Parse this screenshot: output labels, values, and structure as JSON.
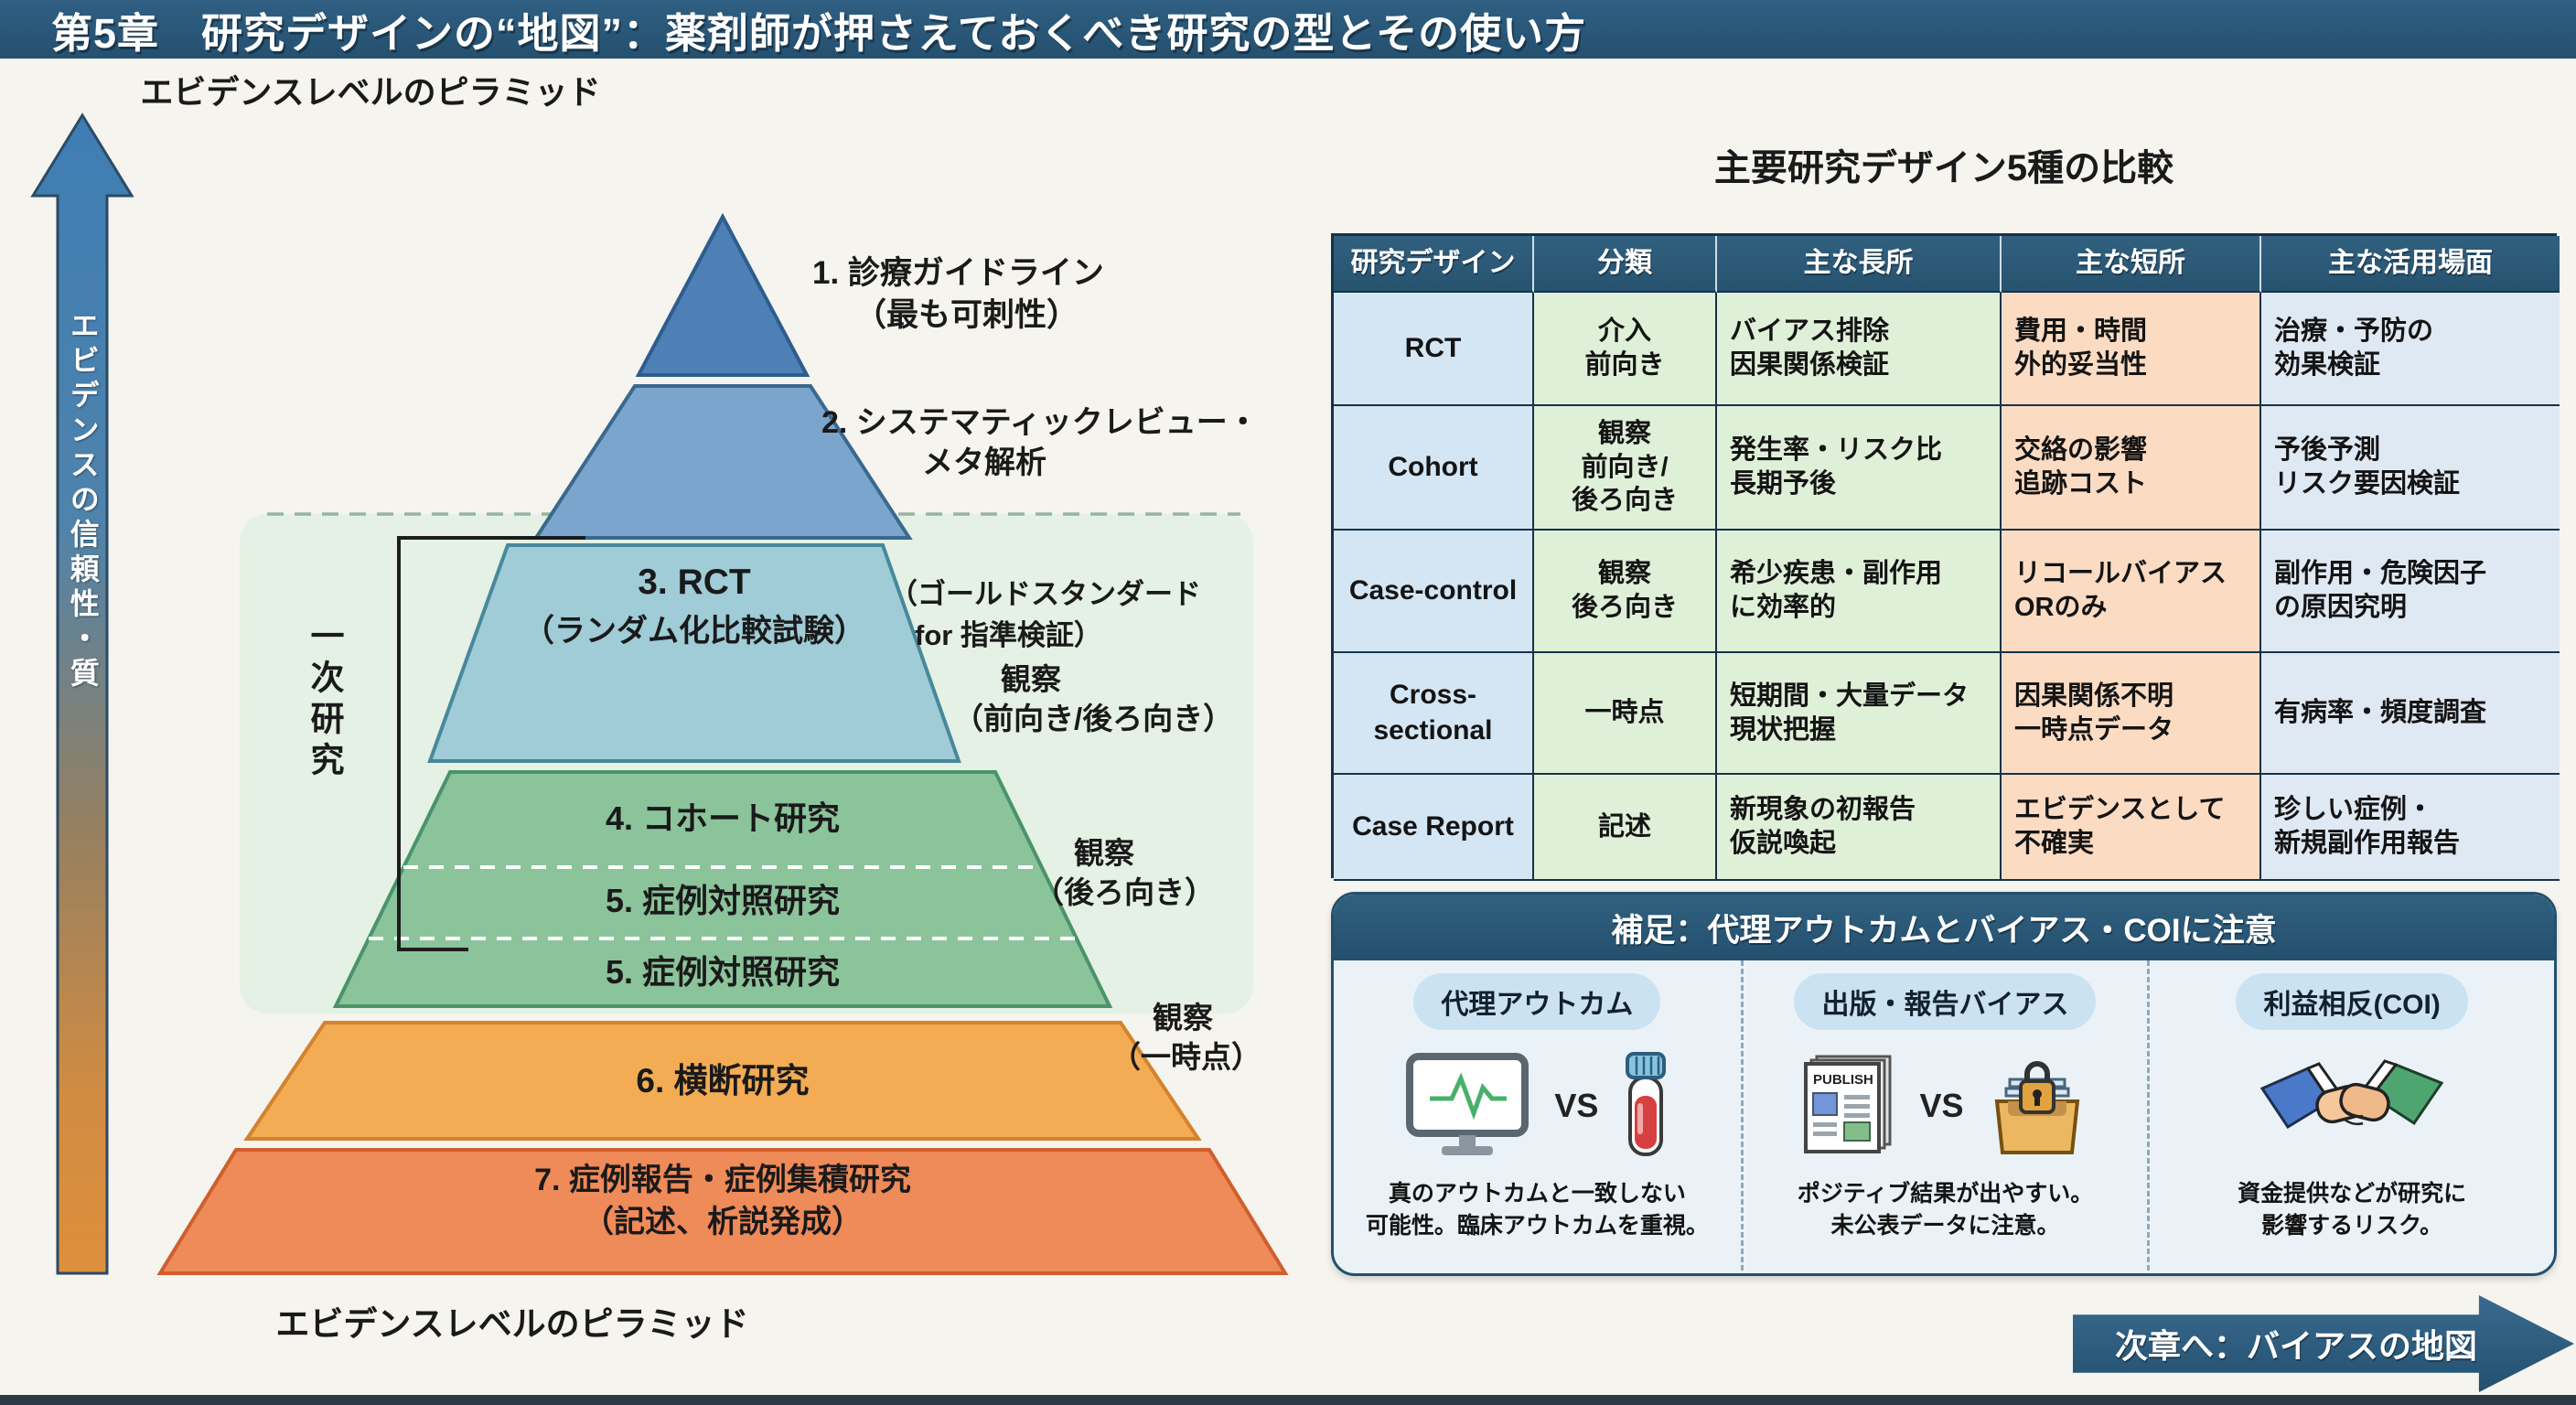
{
  "header": {
    "title": "第5章　研究デザインの“地図”：薬剤師が押さえておくべき研究の型とその使い方"
  },
  "pyramid": {
    "heading": "エビデンスレベルのピラミッド",
    "axis_label": "エビデンスの信頼性・質",
    "bracket_label": "一次研究",
    "level1_label": "1. 診療ガイドライン\n（最も可刺性）",
    "level2_label": "2. システマティックレビュー・\nメタ解析",
    "level3_title": "3. RCT",
    "level3_sub": "（ランダム化比較試験）",
    "level3_note": "（ゴールドスタンダード\nfor 指準検証）",
    "level4_label": "4. コホート研究",
    "level5a_label": "5. 症例対照研究",
    "level5b_label": "5. 症例対照研究",
    "level6_label": "6. 横断研究",
    "level7_label": "7. 症例報告・症例集積研究\n（記述、析説発成）",
    "ann_cohort": "観察\n（前向き/後ろ向き）",
    "ann_case_control": "観察\n（後ろ向き）",
    "ann_cross_sectional": "観察\n（一時点）",
    "caption": "エビデンスレベルのピラミッド"
  },
  "table": {
    "title": "主要研究デザイン5種の比較",
    "headers": [
      "研究デザイン",
      "分類",
      "主な長所",
      "主な短所",
      "主な活用場面"
    ],
    "rows": [
      {
        "design": "RCT",
        "cls": "介入\n前向き",
        "pros": "バイアス排除\n因果関係検証",
        "cons": "費用・時間\n外的妥当性",
        "use": "治療・予防の\n効果検証"
      },
      {
        "design": "Cohort",
        "cls": "観察\n前向き/\n後ろ向き",
        "pros": "発生率・リスク比\n長期予後",
        "cons": "交絡の影響\n追跡コスト",
        "use": "予後予測\nリスク要因検証"
      },
      {
        "design": "Case-control",
        "cls": "観察\n後ろ向き",
        "pros": "希少疾患・副作用\nに効率的",
        "cons": "リコールバイアス\nORのみ",
        "use": "副作用・危険因子\nの原因究明"
      },
      {
        "design": "Cross-\nsectional",
        "cls": "一時点",
        "pros": "短期間・大量データ\n現状把握",
        "cons": "因果関係不明\n一時点データ",
        "use": "有病率・頻度調査"
      },
      {
        "design": "Case Report",
        "cls": "記述",
        "pros": "新現象の初報告\n仮説喚起",
        "cons": "エビデンスとして\n不確実",
        "use": "珍しい症例・\n新規副作用報告"
      }
    ]
  },
  "supplement": {
    "title": "補足：代理アウトカムとバイアス・COIに注意",
    "columns": [
      {
        "label": "代理アウトカム",
        "vs": "VS",
        "desc": "真のアウトカムと一致しない\n可能性。臨床アウトカムを重視。"
      },
      {
        "label": "出版・報告バイアス",
        "vs": "VS",
        "desc": "ポジティブ結果が出やすい。\n未公表データに注意。"
      },
      {
        "label": "利益相反(COI)",
        "desc": "資金提供などが研究に\n影響するリスク。"
      }
    ],
    "publish_icon_label": "PUBLISH"
  },
  "footer": {
    "next_chapter": "次章へ：バイアスの地図"
  },
  "colors": {
    "header_bar": "#2a5a7a",
    "pyramid_level1": "#4e7fb5",
    "pyramid_level2": "#7ba5cc",
    "pyramid_level3": "#9fccd6",
    "pyramid_level45": "#8bc39b",
    "pyramid_level6": "#f3ac53",
    "pyramid_level7": "#ef8a59",
    "primary_research_bg": "#e4f1e4",
    "axis_arrow_top": "#3e7db4",
    "axis_arrow_bottom": "#dd8f3c",
    "table_header": "#2e5a7c",
    "col_design": "#d4e6f4",
    "col_class_pros": "#dff0d8",
    "col_cons": "#fbdcc3",
    "col_use": "#dfe9f3",
    "supplement_bg": "#eaf2f8",
    "pill_bg": "#cbe2f2",
    "ecg_green": "#49b06b",
    "blood_red": "#d84040",
    "folder_amber": "#ecb761",
    "sleeve_blue": "#4b79c9",
    "sleeve_green": "#4fa570",
    "next_arrow": "#2a5a7a"
  }
}
